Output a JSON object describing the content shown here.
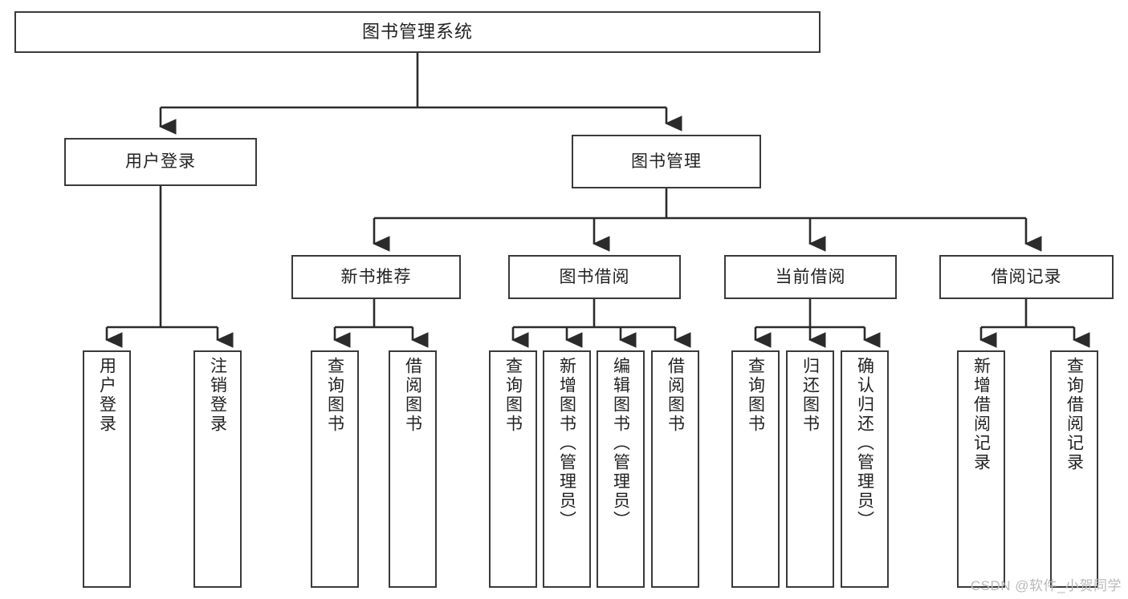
{
  "diagram": {
    "title": "图书管理系统",
    "type": "hierarchy-tree",
    "watermark": "CSDN @软件_小贺同学",
    "colors": {
      "box_border": "#3a3a3a",
      "box_fill": "#ffffff",
      "connector": "#2b2b2b",
      "text": "#222222",
      "watermark": "#b9b9b9"
    },
    "root": {
      "label": "图书管理系统"
    },
    "level2": [
      {
        "label": "用户登录"
      },
      {
        "label": "图书管理"
      }
    ],
    "level3": [
      {
        "label": "新书推荐"
      },
      {
        "label": "图书借阅"
      },
      {
        "label": "当前借阅"
      },
      {
        "label": "借阅记录"
      }
    ],
    "leaves": {
      "user_login": [
        {
          "label": "用户登录"
        },
        {
          "label": "注销登录"
        }
      ],
      "new_book_recommend": [
        {
          "label": "查询图书"
        },
        {
          "label": "借阅图书"
        }
      ],
      "book_borrow": [
        {
          "label": "查询图书"
        },
        {
          "label": "新增图书（管理员）"
        },
        {
          "label": "编辑图书（管理员）"
        },
        {
          "label": "借阅图书"
        }
      ],
      "current_borrow": [
        {
          "label": "查询图书"
        },
        {
          "label": "归还图书"
        },
        {
          "label": "确认归还（管理员）"
        }
      ],
      "borrow_record": [
        {
          "label": "新增借阅记录"
        },
        {
          "label": "查询借阅记录"
        }
      ]
    }
  }
}
